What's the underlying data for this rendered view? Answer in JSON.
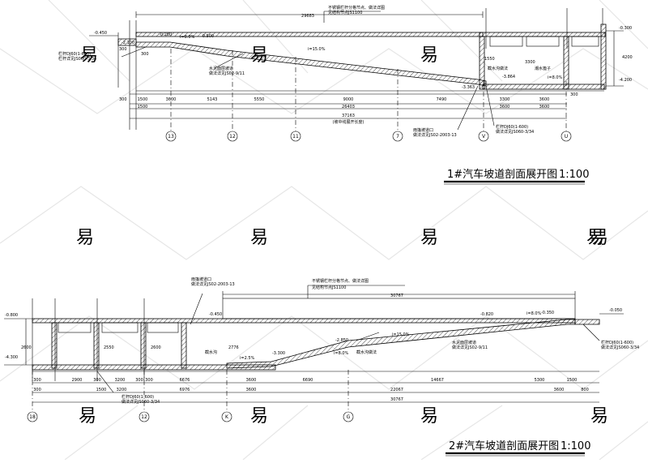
{
  "drawing1": {
    "title": "1#汽车坡道剖面展开图",
    "scale": "1:100",
    "notes": {
      "top": "不锈钢栏杆分格节点、做法详图",
      "top_sub": "见结构节点JS1100",
      "note_left1": "栏杆DJ60(1-600)",
      "note_left2": "栏杆详见JS060-3/34",
      "note_mid": "水泥面层坡道",
      "note_mid2": "做法详见JS02-9/11",
      "note_bottom": "雨篷坡道口",
      "note_bottom2": "做法详见JS02-2003-13",
      "note_r1": "栏杆DJ60(1-600)",
      "note_r2": "做法详见JS060-3/34",
      "note_r3": "截水沟做法",
      "note_r4": "潮水篦子"
    },
    "dims_top": [
      "29683"
    ],
    "levels": [
      "-0.450",
      "-0.280",
      "-0.500",
      "-2.100",
      "-3.363",
      "-3.864",
      "-4.200",
      "-0.300"
    ],
    "slopes": [
      "i=8.0%",
      "i=15.0%",
      "i=8.0%"
    ],
    "dims_row1": [
      "1500",
      "3600",
      "5143",
      "5550",
      "9000",
      "7490",
      "3300",
      "3600"
    ],
    "dims_row2": [
      "1500",
      "26403",
      "3600",
      "3600"
    ],
    "dims_row3": [
      "37163"
    ],
    "dims_side_right": [
      "3300",
      "4200",
      "1550"
    ],
    "dims_side_left": [
      "300",
      "300",
      "300",
      "300"
    ],
    "axes": [
      "13",
      "12",
      "11",
      "7",
      "V",
      "U"
    ],
    "axis_note": "(坡中线展开长度)"
  },
  "drawing2": {
    "title": "2#汽车坡道剖面展开图",
    "scale": "1:100",
    "notes": {
      "top": "不锈钢栏杆分格节点、做法详图",
      "top_sub": "见结构节点JS1100",
      "note_left1": "雨篷坡道口",
      "note_left2": "做法详见JS02-2003-13",
      "note_mid": "截水沟",
      "note_mid2": "水泥面层坡道",
      "note_mid3": "做法详见JS02-9/11",
      "note_mid4": "截水沟做法",
      "note_r1": "栏杆DJ60(1-600)",
      "note_r2": "做法详见JS060-3/34",
      "note_bl1": "栏杆DJ60(1-600)",
      "note_bl2": "做法详见JS060-3/34"
    },
    "dims_top": [
      "30767"
    ],
    "levels": [
      "-0.800",
      "-0.450",
      "-0.820",
      "-0.350",
      "-0.050",
      "-4.300",
      "-3.300",
      "-2.850"
    ],
    "slopes": [
      "i=2.5%",
      "i=15.0%",
      "i=8.0%",
      "i=8.0%"
    ],
    "dims_row1": [
      "300",
      "2900",
      "300",
      "3200",
      "300",
      "300",
      "6676",
      "3600",
      "6690",
      "14667",
      "5300",
      "1500"
    ],
    "dims_row2": [
      "300",
      "1500",
      "3200",
      "6976",
      "3600",
      "22067",
      "3600",
      "800"
    ],
    "dims_row3": [
      "30767"
    ],
    "dims_side_left": [
      "2600",
      "2550",
      "2600",
      "2776"
    ],
    "axes": [
      "18",
      "12",
      "K",
      "G"
    ]
  },
  "watermark_char": "易"
}
